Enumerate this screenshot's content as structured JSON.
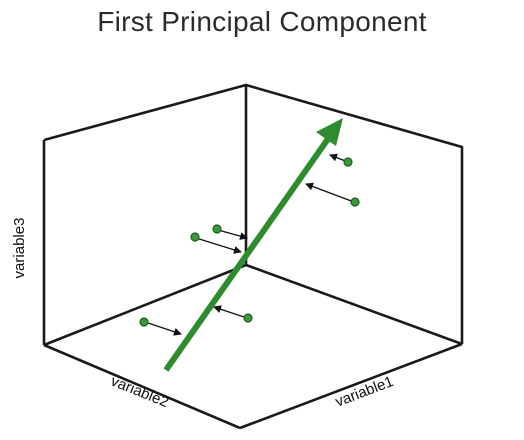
{
  "title": "First Principal Component",
  "axes": {
    "x_label": "variable1",
    "y_label": "variable2",
    "z_label": "variable3"
  },
  "colors": {
    "frame": "#1a1a1a",
    "arrow": "#2e8b2e",
    "point_fill": "#3a9a3a",
    "point_stroke": "#1f5e1f",
    "projection": "#111111"
  },
  "icons": {
    "component_arrow": "arrow-icon",
    "data_point": "circle-dot"
  }
}
